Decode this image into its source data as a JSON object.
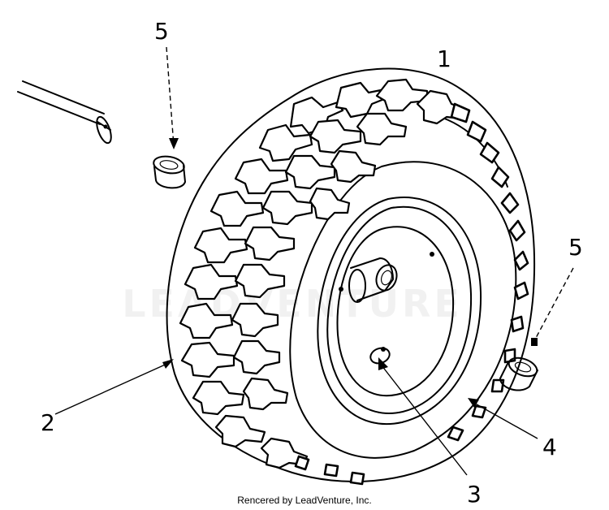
{
  "callouts": {
    "c1": "1",
    "c2": "2",
    "c3": "3",
    "c4": "4",
    "c5_top": "5",
    "c5_right": "5"
  },
  "credit": "Rencered by LeadVenture, Inc.",
  "watermark": "LEADVENTURE",
  "parts": [
    "axle-shaft",
    "bushing",
    "tire",
    "wheel-rim",
    "hub-bushing",
    "valve-stem"
  ]
}
